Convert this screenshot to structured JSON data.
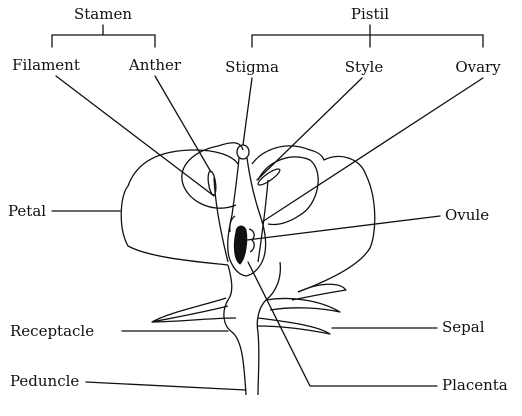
{
  "groups": {
    "stamen": "Stamen",
    "pistil": "Pistil"
  },
  "labels": {
    "filament": "Filament",
    "anther": "Anther",
    "stigma": "Stigma",
    "style": "Style",
    "ovary": "Ovary",
    "petal": "Petal",
    "ovule": "Ovule",
    "receptacle": "Receptacle",
    "sepal": "Sepal",
    "peduncle": "Peduncle",
    "placenta": "Placenta"
  }
}
